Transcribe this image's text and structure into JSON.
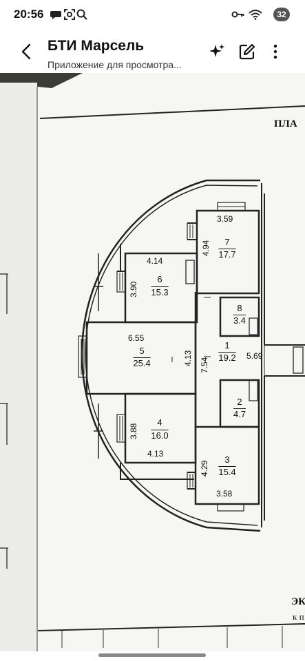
{
  "status": {
    "time": "20:56",
    "battery": "32",
    "icons": [
      "chat-bubble-icon",
      "screenshot-icon",
      "search-icon",
      "key-icon",
      "wifi-icon"
    ]
  },
  "appbar": {
    "title": "БТИ Марсель",
    "subtitle": "Приложение для просмотра...",
    "actions": [
      "sparkle-icon",
      "edit-icon",
      "more-vertical-icon"
    ]
  },
  "plan": {
    "header_text": "ПЛА",
    "footer_text_1": "ЭК",
    "footer_text_2": "к п",
    "rooms": [
      {
        "num": "1",
        "area": "19.2"
      },
      {
        "num": "2",
        "area": "4.7"
      },
      {
        "num": "3",
        "area": "15.4"
      },
      {
        "num": "4",
        "area": "16.0"
      },
      {
        "num": "5",
        "area": "25.4"
      },
      {
        "num": "6",
        "area": "15.3"
      },
      {
        "num": "7",
        "area": "17.7"
      },
      {
        "num": "8",
        "area": "3.4"
      }
    ],
    "dims": {
      "d359": "3.59",
      "d494": "4.94",
      "d414": "4.14",
      "d390": "3.90",
      "d655": "6.55",
      "d413a": "4.13",
      "d754": "7.54",
      "d569": "5.69",
      "d388": "3.88",
      "d413b": "4.13",
      "d429": "4.29",
      "d358": "3.58"
    }
  }
}
